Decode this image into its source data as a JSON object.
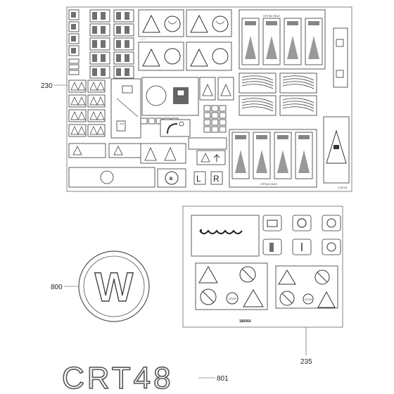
{
  "callouts": {
    "sheet_a": "230",
    "sheet_b": "235",
    "logo": "800",
    "model_badge": "801"
  },
  "sheet_a": {
    "part_no": "178743",
    "group_top_caption": "CRT36 ONLY",
    "group_bottom_caption": "CRT48 ONLY",
    "left_letter": "L",
    "right_letter": "R",
    "b_letter": "B"
  },
  "sheet_b": {
    "part_no": "180564"
  },
  "logo": {
    "glyph": "W"
  },
  "model_badge": {
    "text": "CRT48"
  }
}
